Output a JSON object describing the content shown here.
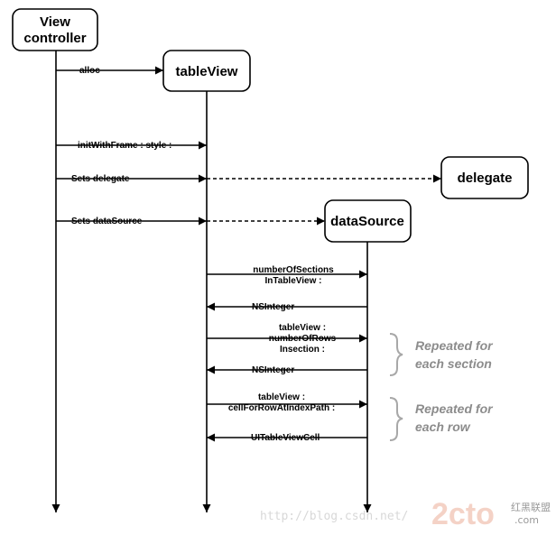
{
  "actors": {
    "view_controller_line1": "View",
    "view_controller_line2": "controller",
    "table_view": "tableView",
    "delegate": "delegate",
    "data_source": "dataSource"
  },
  "messages": {
    "alloc": "alloc",
    "init_with_frame": "initWithFrame : style :",
    "sets_delegate": "Sets delegate",
    "sets_data_source": "Sets dataSource",
    "number_of_sections_1": "numberOfSections",
    "number_of_sections_2": "InTableView :",
    "nsinteger_1": "NSInteger",
    "rows_1": "tableView :",
    "rows_2": "numberOfRows",
    "rows_3": "Insection :",
    "nsinteger_2": "NSInteger",
    "cell_1": "tableView :",
    "cell_2": "cellForRowAtIndexPath :",
    "cell_return": "UITableViewCell"
  },
  "notes": {
    "section_1": "Repeated for",
    "section_2": "each section",
    "row_1": "Repeated for",
    "row_2": "each row"
  },
  "watermark": {
    "url": "http://blog.csdn.net/",
    "logo": "2cto",
    "logo_suffix": ".com",
    "chinese": "红黑联盟"
  },
  "colors": {
    "line": "#000000",
    "note": "#8c8c8c",
    "brace": "#a8a8a8",
    "watermark_logo": "#f4d2c6"
  }
}
